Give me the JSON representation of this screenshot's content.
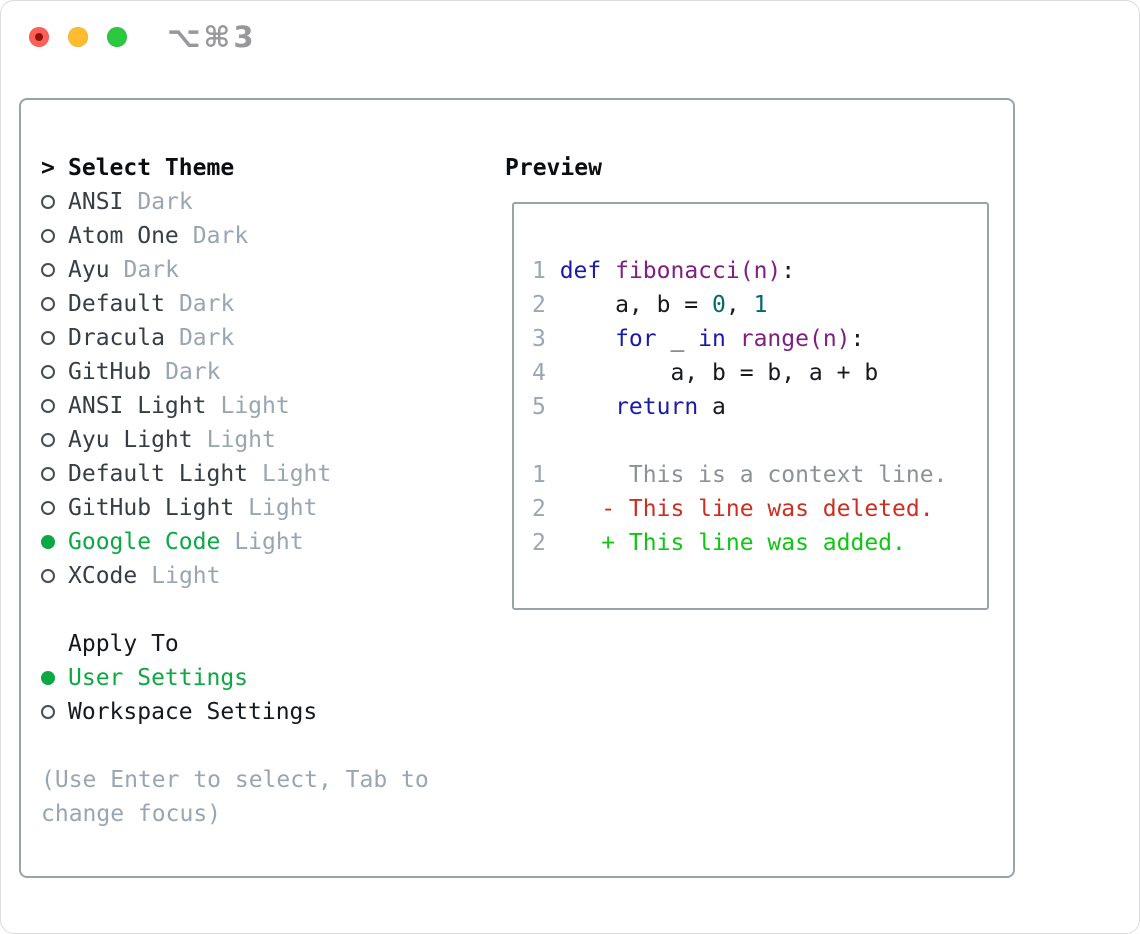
{
  "window": {
    "title": "⌥⌘3",
    "traffic_lights": [
      "close",
      "minimize",
      "zoom"
    ]
  },
  "colors": {
    "selected_green": "#0ca843",
    "muted": "#9aa5b2",
    "text": "#373d45",
    "heading": "#0b0d10",
    "keyword": "#1a1aa8",
    "title_fn": "#7f1f80",
    "number": "#006b6b",
    "plain": "#17191e",
    "line_number": "#9aa6b4",
    "context": "#8c9196",
    "deleted": "#cc2f21",
    "added": "#10c514",
    "traffic_red": "#ff5f57",
    "traffic_yellow": "#febc2e",
    "traffic_green": "#2bc840",
    "border": "#9aa2ac"
  },
  "theme_panel": {
    "header": {
      "caret": ">",
      "label": "Select Theme"
    },
    "themes": [
      {
        "name": "ANSI",
        "tag": "Dark",
        "selected": false
      },
      {
        "name": "Atom One",
        "tag": "Dark",
        "selected": false
      },
      {
        "name": "Ayu",
        "tag": "Dark",
        "selected": false
      },
      {
        "name": "Default",
        "tag": "Dark",
        "selected": false
      },
      {
        "name": "Dracula",
        "tag": "Dark",
        "selected": false
      },
      {
        "name": "GitHub",
        "tag": "Dark",
        "selected": false
      },
      {
        "name": "ANSI Light",
        "tag": "Light",
        "selected": false
      },
      {
        "name": "Ayu Light",
        "tag": "Light",
        "selected": false
      },
      {
        "name": "Default Light",
        "tag": "Light",
        "selected": false
      },
      {
        "name": "GitHub Light",
        "tag": "Light",
        "selected": false
      },
      {
        "name": "Google Code",
        "tag": "Light",
        "selected": true
      },
      {
        "name": "XCode",
        "tag": "Light",
        "selected": false
      }
    ],
    "apply_to": {
      "label": "Apply To",
      "options": [
        {
          "name": "User Settings",
          "selected": true
        },
        {
          "name": "Workspace Settings",
          "selected": false
        }
      ]
    },
    "help_lines": [
      "(Use Enter to select, Tab to",
      "change focus)"
    ]
  },
  "preview": {
    "label": "Preview",
    "code_lines": [
      {
        "num": "1",
        "tokens": [
          {
            "t": "def",
            "c": "keyword"
          },
          {
            "t": " ",
            "c": "plain"
          },
          {
            "t": "fibonacci(n)",
            "c": "title_fn"
          },
          {
            "t": ":",
            "c": "plain"
          }
        ]
      },
      {
        "num": "2",
        "tokens": [
          {
            "t": "    a, b = ",
            "c": "plain"
          },
          {
            "t": "0",
            "c": "number"
          },
          {
            "t": ", ",
            "c": "plain"
          },
          {
            "t": "1",
            "c": "number"
          }
        ]
      },
      {
        "num": "3",
        "tokens": [
          {
            "t": "    ",
            "c": "plain"
          },
          {
            "t": "for",
            "c": "keyword"
          },
          {
            "t": " _ ",
            "c": "plain"
          },
          {
            "t": "in",
            "c": "keyword"
          },
          {
            "t": " ",
            "c": "plain"
          },
          {
            "t": "range(n)",
            "c": "title_fn"
          },
          {
            "t": ":",
            "c": "plain"
          }
        ]
      },
      {
        "num": "4",
        "tokens": [
          {
            "t": "        a, b = b, a + b",
            "c": "plain"
          }
        ]
      },
      {
        "num": "5",
        "tokens": [
          {
            "t": "    ",
            "c": "plain"
          },
          {
            "t": "return",
            "c": "keyword"
          },
          {
            "t": " a",
            "c": "plain"
          }
        ]
      },
      {
        "num": "",
        "tokens": []
      },
      {
        "num": "1",
        "tokens": [
          {
            "t": "     This is a context line.",
            "c": "context"
          }
        ]
      },
      {
        "num": "2",
        "tokens": [
          {
            "t": "   - This line was deleted.",
            "c": "deleted"
          }
        ]
      },
      {
        "num": "2",
        "tokens": [
          {
            "t": "   + This line was added.",
            "c": "added"
          }
        ]
      }
    ]
  }
}
